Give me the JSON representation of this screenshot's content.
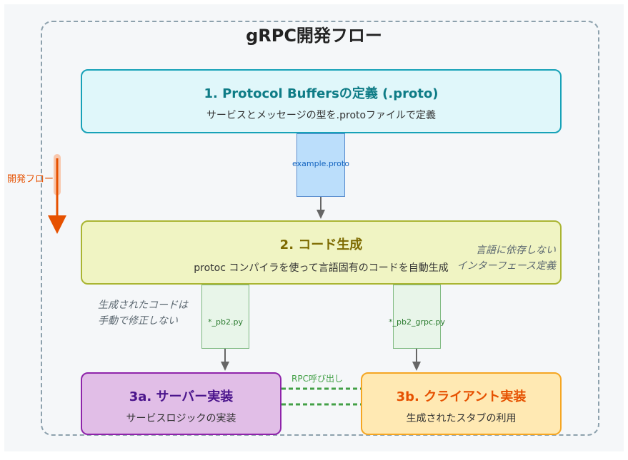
{
  "title": "gRPC開発フロー",
  "flow_label": "開発フロー",
  "steps": {
    "proto": {
      "title": "1. Protocol Buffersの定義 (.proto)",
      "desc": "サービスとメッセージの型を.protoファイルで定義",
      "file": "example.proto"
    },
    "codegen": {
      "title": "2. コード生成",
      "desc": "protoc コンパイラを使って言語固有のコードを自動生成",
      "note_lines": [
        "言語に依存しない",
        "インターフェース定義"
      ]
    },
    "server": {
      "title": "3a. サーバー実装",
      "desc": "サービスロジックの実装"
    },
    "client": {
      "title": "3b. クライアント実装",
      "desc": "生成されたスタブの利用"
    }
  },
  "generated_files": [
    "*_pb2.py",
    "*_pb2_grpc.py"
  ],
  "generated_note_lines": [
    "生成されたコードは",
    "手動で修正しない"
  ],
  "rpc_label": "RPC呼び出し",
  "colors": {
    "proto": "#17a2b8",
    "codegen": "#aab532",
    "server": "#8e24aa",
    "client": "#f5a623",
    "flow": "#e65100",
    "rpc": "#43a047"
  }
}
